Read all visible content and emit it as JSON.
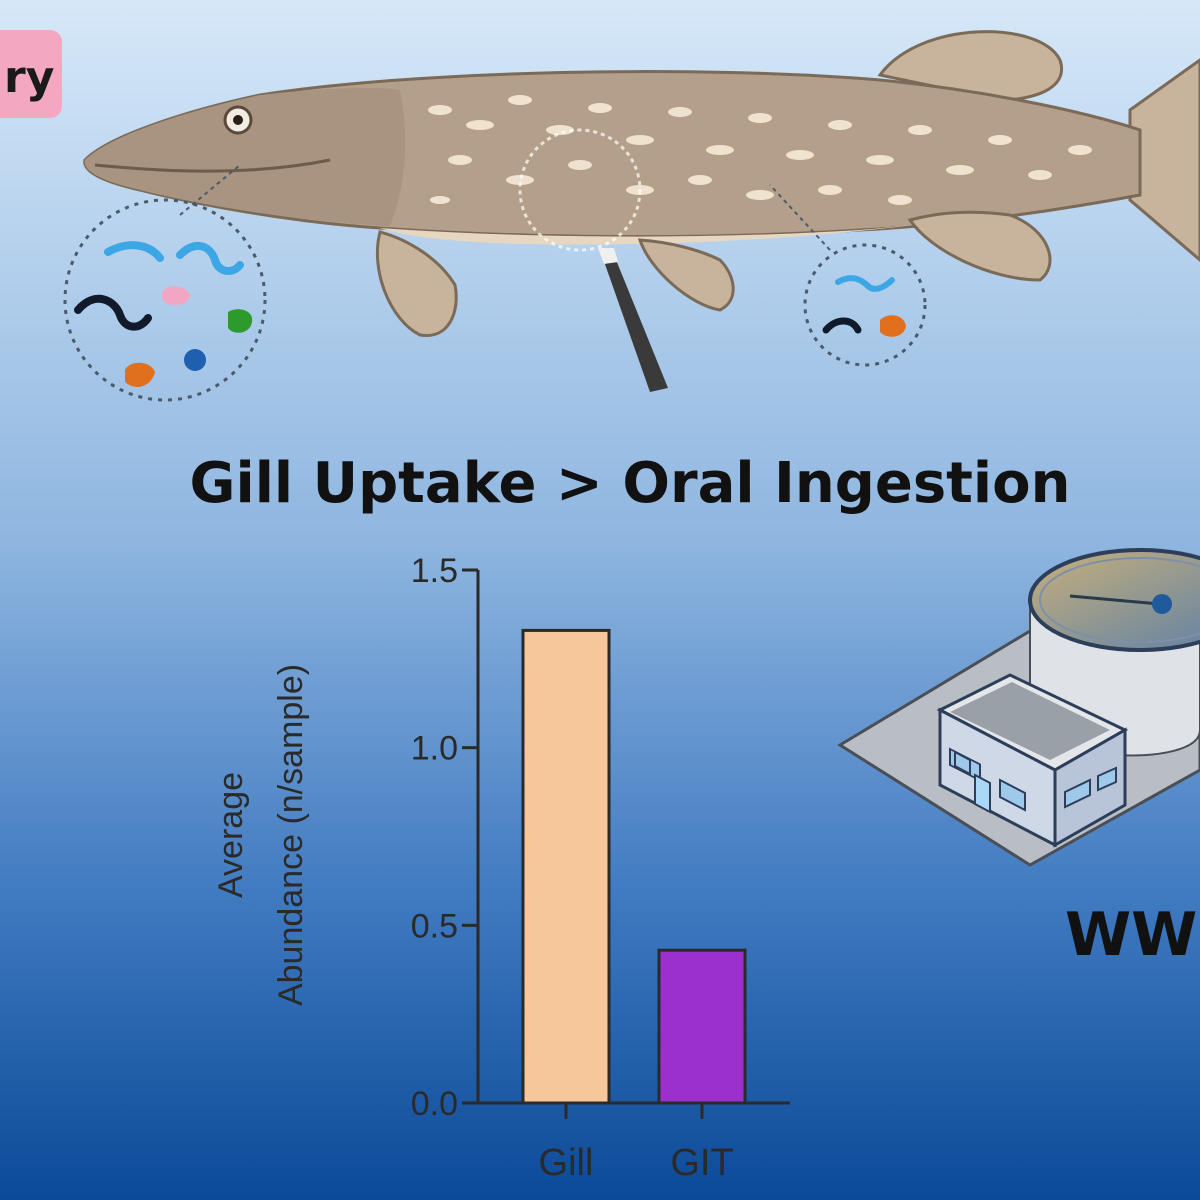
{
  "corner_tag": {
    "text": "ry",
    "color": "#f4a6c0"
  },
  "headline": "Gill Uptake > Oral Ingestion",
  "site_label": "WW",
  "colors": {
    "bg_top": "#d3e6f8",
    "bg_bottom": "#0e4f9c",
    "gill_bar": "#f6c79a",
    "git_bar": "#9b30cf"
  },
  "chart_data": {
    "type": "bar",
    "categories": [
      "Gill",
      "GIT"
    ],
    "values": [
      1.33,
      0.43
    ],
    "ylabel": [
      "Average",
      "Abundance (n/sample)"
    ],
    "xlabel": "",
    "ylim": [
      0,
      1.5
    ],
    "yticks": [
      "0.0",
      "0.5",
      "1.0",
      "1.5"
    ],
    "ytick_values": [
      0,
      0.5,
      1.0,
      1.5
    ],
    "grid": false,
    "colors": [
      "#f6c79a",
      "#9b30cf"
    ]
  }
}
